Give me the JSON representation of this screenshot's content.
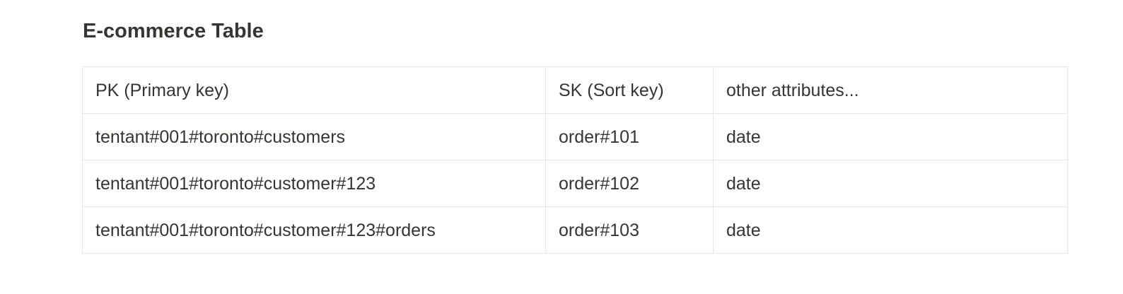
{
  "title": "E-commerce Table",
  "table": {
    "header": [
      "PK (Primary key)",
      "SK (Sort key)",
      "other attributes..."
    ],
    "rows": [
      [
        "tentant#001#toronto#customers",
        "order#101",
        "date"
      ],
      [
        "tentant#001#toronto#customer#123",
        "order#102",
        "date"
      ],
      [
        "tentant#001#toronto#customer#123#orders",
        "order#103",
        "date"
      ]
    ]
  }
}
